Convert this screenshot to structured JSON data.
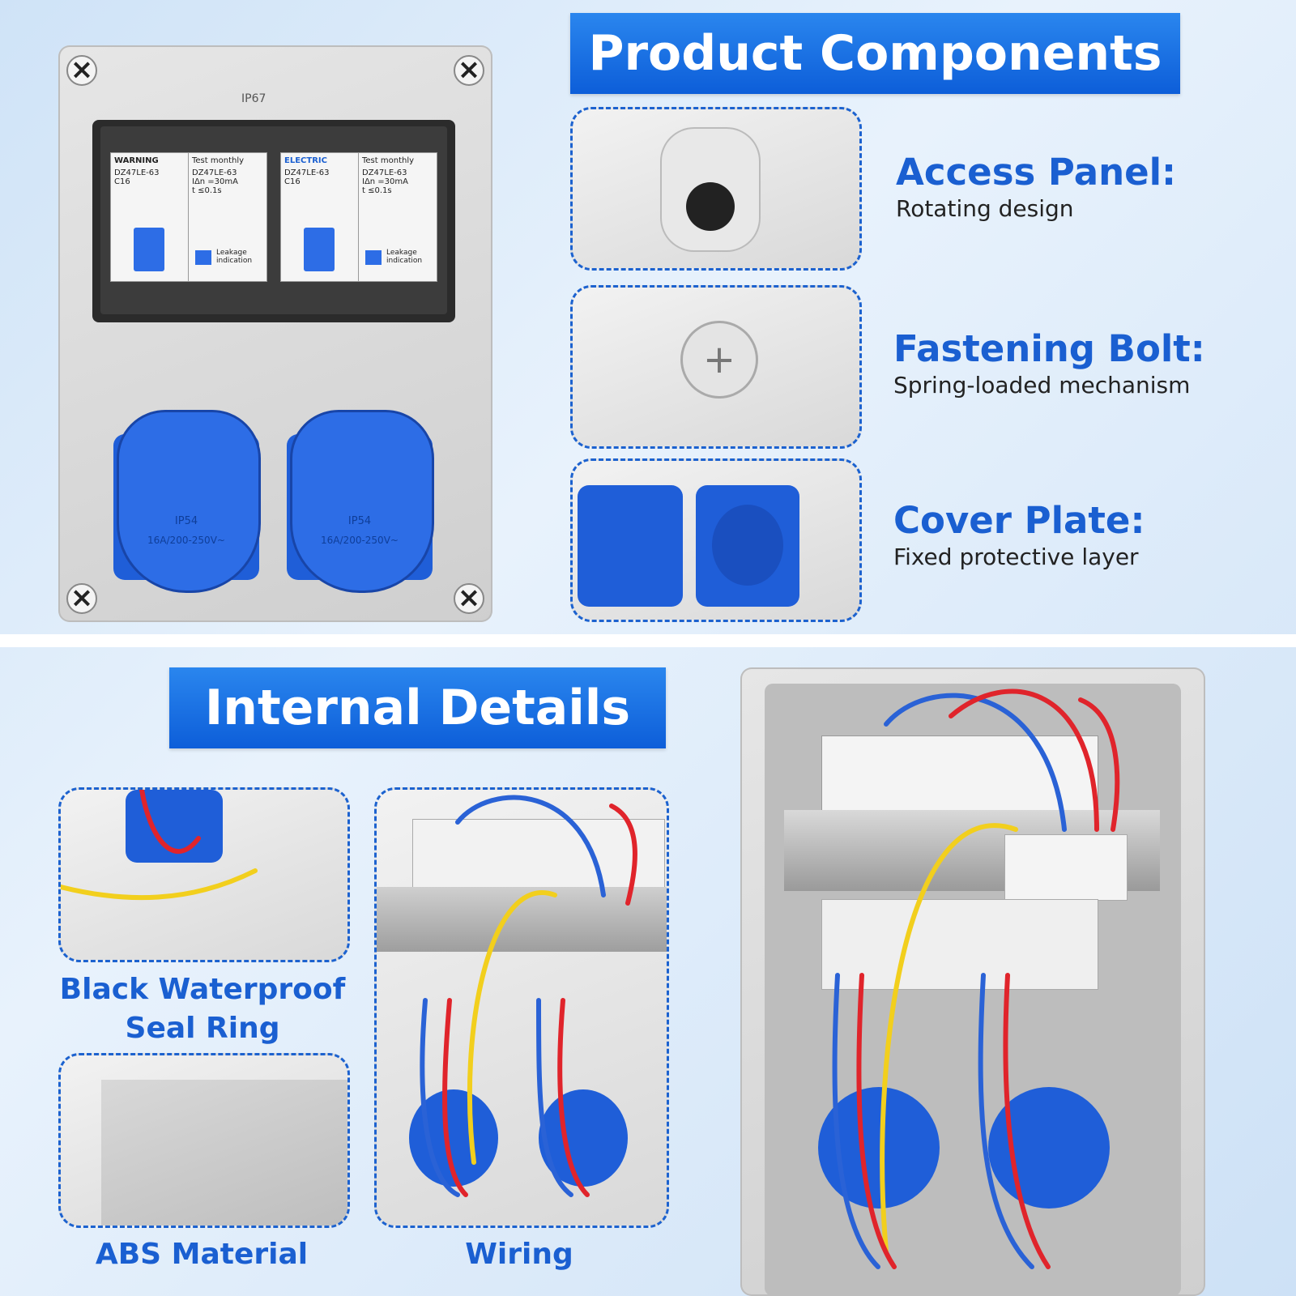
{
  "product_components": {
    "title": "Product Components",
    "features": [
      {
        "title": "Access Panel:",
        "subtitle": "Rotating design"
      },
      {
        "title": "Fastening Bolt:",
        "subtitle": "Spring-loaded mechanism"
      },
      {
        "title": "Cover Plate:",
        "subtitle": "Fixed protective layer"
      }
    ]
  },
  "internal_details": {
    "title": "Internal Details",
    "captions": {
      "seal_ring_line1": "Black Waterproof",
      "seal_ring_line2": "Seal Ring",
      "abs_material": "ABS Material",
      "wiring": "Wiring"
    }
  },
  "product_labels": {
    "ip_rating": "IP67",
    "warning": "WARNING",
    "brand": "ELECTRIC",
    "breaker_model": "DZ47LE-63",
    "breaker_rating": "C16",
    "rcd_current": "IΔn =30mA",
    "rcd_time": "t ≤0.1s",
    "test_label": "Test monthly",
    "leakage_label": "Leakage indication",
    "socket_rating": "16A/200-250V~",
    "socket_ip": "IP54"
  },
  "colors": {
    "banner_blue": "#0d5ed9",
    "accent_blue": "#1a5fd1",
    "socket_blue": "#1f5ed8",
    "wire_red": "#e0242b",
    "wire_blue": "#2a62d6",
    "wire_yellow": "#f2cf1d"
  }
}
